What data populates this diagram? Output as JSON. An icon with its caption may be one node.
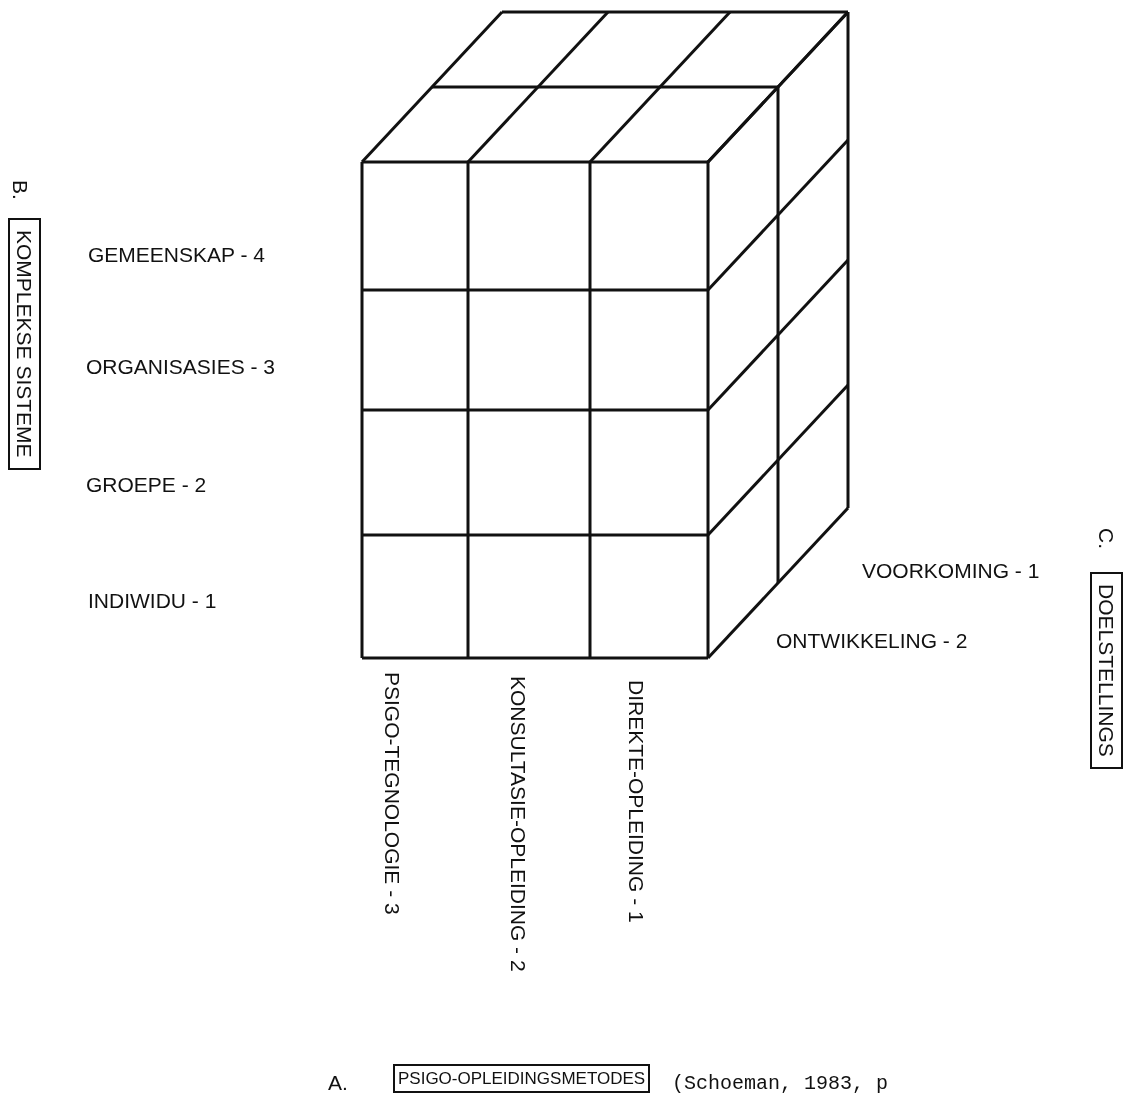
{
  "diagram": {
    "nodes": [
      {
        "text": [
          "KOMPLEKSE SISTEME"
        ],
        "beside": [
          "B."
        ]
      },
      {
        "text": [
          "DOELSTELLINGS"
        ],
        "beside": [
          "C."
        ]
      },
      {
        "text": [
          "PSIGO-OPLEIDINGSMETODES"
        ],
        "beside": [
          "A."
        ]
      }
    ],
    "edges": [],
    "labels": [
      "GEMEENSKAP - 4",
      "ORGANISASIES - 3",
      "GROEPE - 2",
      "INDIWIDU - 1",
      "VOORKOMING - 1",
      "ONTWIKKELING - 2",
      "PSIGO-TEGNOLOGIE - 3",
      "KONSULTASIE-OPLEIDING - 2",
      "DIREKTE-OPLEIDING - 1",
      "(Schoeman, 1983, p"
    ]
  }
}
